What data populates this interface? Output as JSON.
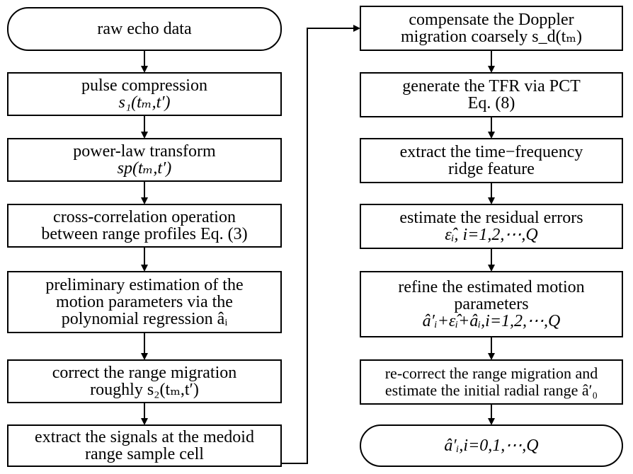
{
  "left_column": [
    {
      "id": "raw-echo",
      "lines": [
        "raw echo data"
      ],
      "shape": "terminal"
    },
    {
      "id": "pulse-compression",
      "lines": [
        "pulse compression",
        "s₁(tₘ,t′)"
      ]
    },
    {
      "id": "power-law",
      "lines": [
        "power-law transform",
        "sp(tₘ,t′)"
      ]
    },
    {
      "id": "cross-correlation",
      "lines": [
        "cross-correlation operation",
        "between range profiles Eq. (3)"
      ]
    },
    {
      "id": "preliminary-estimation",
      "lines": [
        "preliminary estimation of the",
        "motion parameters via the",
        "polynomial regression âᵢ"
      ]
    },
    {
      "id": "correct-range",
      "lines": [
        "correct the range migration",
        "roughly s₂(tₘ,t′)"
      ]
    },
    {
      "id": "extract-signals",
      "lines": [
        "extract the signals at the medoid",
        "range sample cell"
      ]
    }
  ],
  "right_column": [
    {
      "id": "compensate-doppler",
      "lines": [
        "compensate the Doppler",
        "migration coarsely s_d(tₘ)"
      ]
    },
    {
      "id": "generate-tfr",
      "lines": [
        "generate the TFR via PCT",
        "Eq. (8)"
      ]
    },
    {
      "id": "extract-ridge",
      "lines": [
        "extract the time−frequency",
        "ridge feature"
      ]
    },
    {
      "id": "estimate-residual",
      "lines": [
        "estimate the residual errors",
        "ε̂ᵢ, i=1,2,⋯,Q"
      ]
    },
    {
      "id": "refine-motion",
      "lines": [
        "refine the estimated motion",
        "parameters",
        "â′ᵢ+ε̂ᵢ+âᵢ,i=1,2,⋯,Q"
      ]
    },
    {
      "id": "re-correct-range",
      "lines": [
        "re-correct the range migration and",
        "estimate the initial radial range â′₀"
      ]
    },
    {
      "id": "final-output",
      "lines": [
        "â′ᵢ,i=0,1,⋯,Q"
      ],
      "shape": "terminal"
    }
  ]
}
